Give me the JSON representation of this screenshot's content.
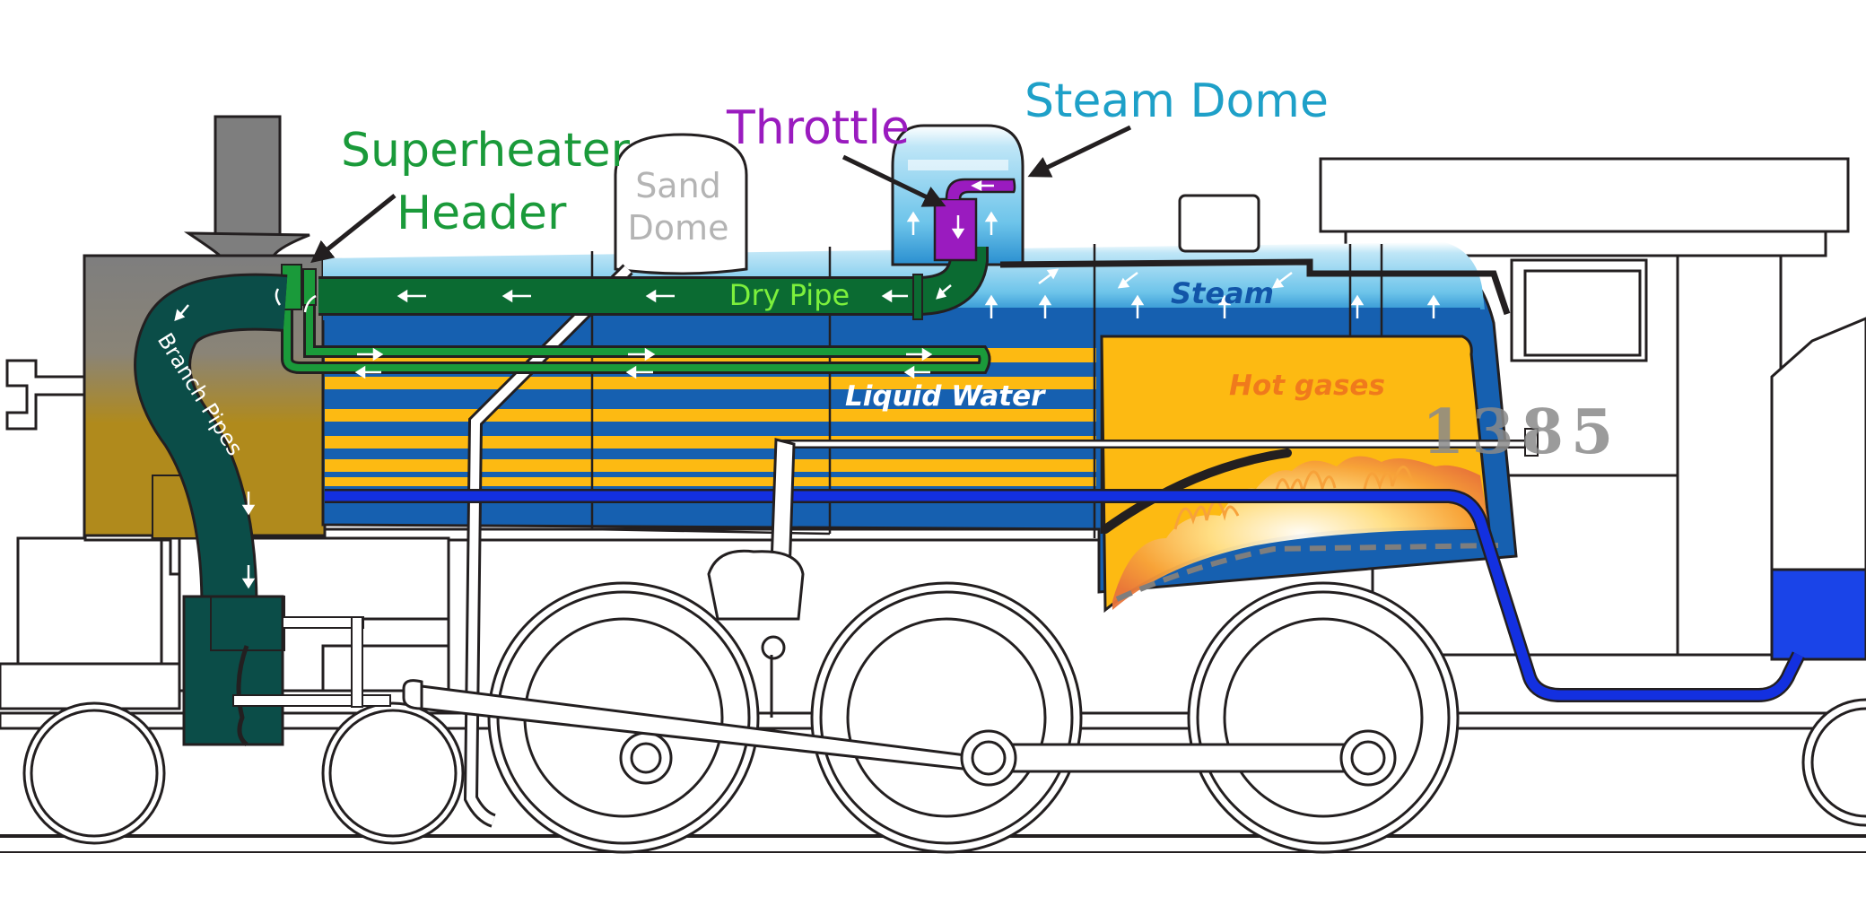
{
  "labels": {
    "superheater_header_line1": "Superheater",
    "superheater_header_line2": "Header",
    "sand_dome_line1": "Sand",
    "sand_dome_line2": "Dome",
    "throttle": "Throttle",
    "steam_dome": "Steam Dome",
    "dry_pipe": "Dry Pipe",
    "steam": "Steam",
    "liquid_water": "Liquid Water",
    "hot_gases": "Hot gases",
    "branch_pipes": "Branch Pipes",
    "cab_number": "1385"
  },
  "colors": {
    "superheater": "#1a9a3a",
    "throttle": "#9a1bbf",
    "steam_dome_label": "#1ea0c8",
    "sand_dome_text": "#b4b4b4",
    "dry_pipe_text": "#7cf03c",
    "steam_text": "#1255a8",
    "hot_gases_text": "#f07a1c",
    "water_blue": "#1660b0",
    "steam_light": "#8fd3f0",
    "firebox_yellow": "#fdba12",
    "dark_green_pipe": "#0b6b32",
    "branch_pipe": "#0b4d48",
    "smokebox_brown": "#b08a1c",
    "smokebox_gray": "#7e7e7e",
    "blue_pipe": "#1330e0",
    "outline": "#231f20"
  },
  "icons": [
    "arrow-left-icon",
    "arrow-right-icon",
    "arrow-up-icon",
    "arrow-down-icon",
    "flame-icon"
  ]
}
